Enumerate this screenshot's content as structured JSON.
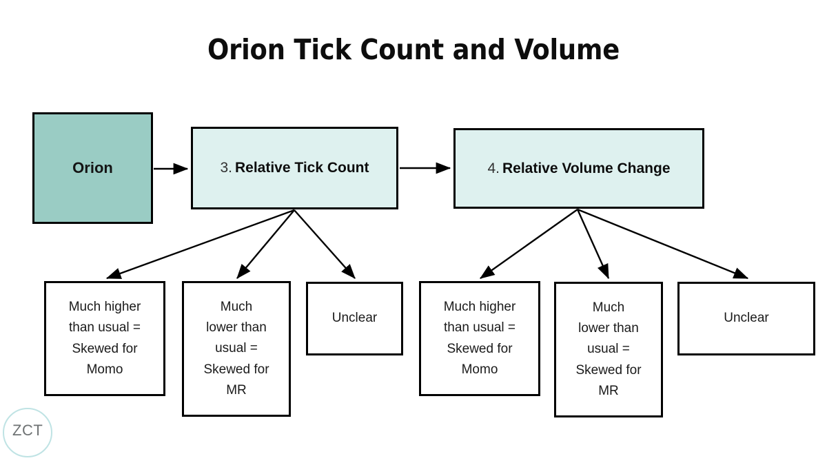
{
  "page": {
    "title": "Orion Tick Count and Volume",
    "background_color": "#ffffff"
  },
  "colors": {
    "root_fill": "#9ACCC4",
    "stage_fill": "#DEF1EF",
    "leaf_fill": "#ffffff",
    "border": "#000000",
    "text": "#141414",
    "logo_ring": "#BFE3E4",
    "logo_text": "#6E7273"
  },
  "diagram": {
    "root": {
      "label": "Orion"
    },
    "stages": [
      {
        "number": "3.",
        "label": "Relative Tick Count",
        "outcomes": [
          {
            "line1": "Much higher",
            "line2": "than usual =",
            "line3": "Skewed for",
            "line4": "Momo",
            "line5": ""
          },
          {
            "line1": "Much",
            "line2": "lower than",
            "line3": "usual =",
            "line4": "Skewed for",
            "line5": "MR"
          },
          {
            "line1": "Unclear",
            "line2": "",
            "line3": "",
            "line4": "",
            "line5": ""
          }
        ]
      },
      {
        "number": "4.",
        "label": "Relative Volume Change",
        "outcomes": [
          {
            "line1": "Much higher",
            "line2": "than usual =",
            "line3": "Skewed for",
            "line4": "Momo",
            "line5": ""
          },
          {
            "line1": "Much",
            "line2": "lower than",
            "line3": "usual =",
            "line4": "Skewed for",
            "line5": "MR"
          },
          {
            "line1": "Unclear",
            "line2": "",
            "line3": "",
            "line4": "",
            "line5": ""
          }
        ]
      }
    ]
  },
  "logo": {
    "text": "ZCT"
  }
}
